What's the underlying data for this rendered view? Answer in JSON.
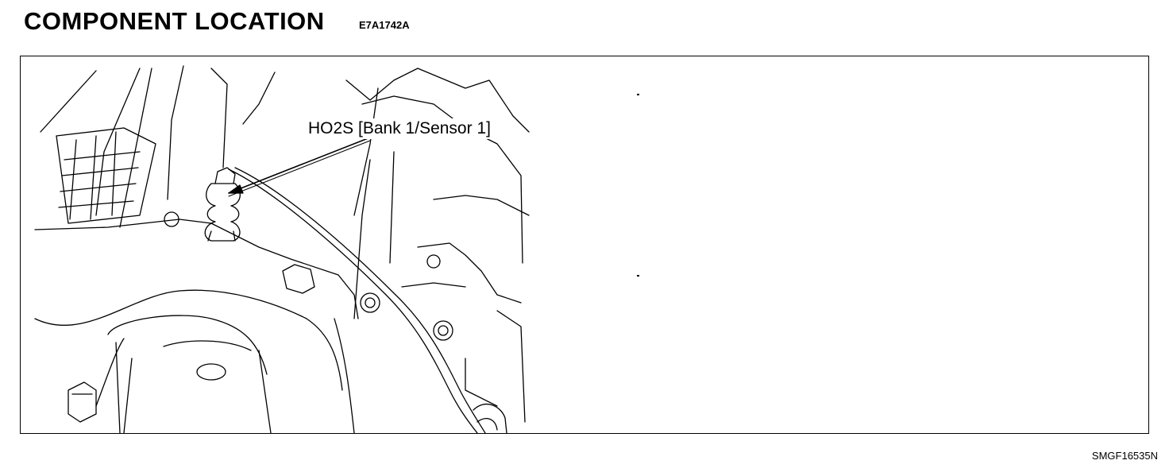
{
  "header": {
    "title": "COMPONENT LOCATION",
    "code": "E7A1742A"
  },
  "figure": {
    "callout": "HO2S [Bank 1/Sensor 1]",
    "reference": "SMGF16535N"
  }
}
